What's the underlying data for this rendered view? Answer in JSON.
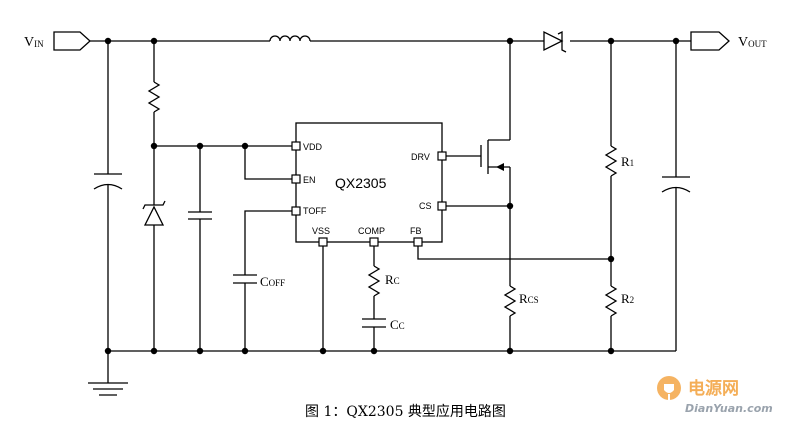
{
  "ports": {
    "vin_main": "V",
    "vin_sub": "IN",
    "vout_main": "V",
    "vout_sub": "OUT"
  },
  "chip": {
    "name": "QX2305",
    "pins": {
      "vdd": "VDD",
      "en": "EN",
      "toff": "TOFF",
      "drv": "DRV",
      "cs": "CS",
      "vss": "VSS",
      "comp": "COMP",
      "fb": "FB"
    }
  },
  "components": {
    "coff_main": "C",
    "coff_sub": "OFF",
    "rc_main": "R",
    "rc_sub": "C",
    "cc_main": "C",
    "cc_sub": "C",
    "rcs_main": "R",
    "rcs_sub": "CS",
    "r1_main": "R",
    "r1_sub": "1",
    "r2_main": "R",
    "r2_sub": "2"
  },
  "caption": "图 1：QX2305 典型应用电路图",
  "watermark": {
    "logo_text": "电源网",
    "url_text": "DianYuan.com",
    "logo_color": "#f29a2e"
  }
}
